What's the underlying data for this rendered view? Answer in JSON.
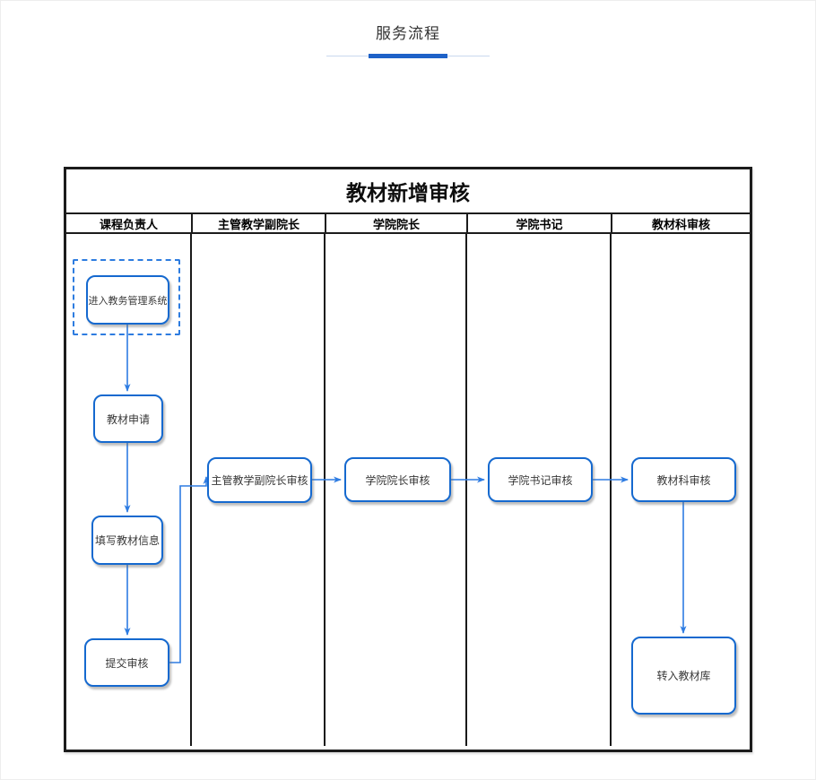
{
  "page": {
    "title": "服务流程"
  },
  "decoration": {
    "underline_thin_color": "#c9d9ee",
    "underline_bar_color": "#1e62c8"
  },
  "diagram": {
    "title": "教材新增审核",
    "frame_color": "#1c1c1c",
    "node_border_color": "#1569cf",
    "arrow_color": "#2e7ce2",
    "lanes": [
      {
        "label": "课程负责人"
      },
      {
        "label": "主管教学副院长"
      },
      {
        "label": "学院院长"
      },
      {
        "label": "学院书记"
      },
      {
        "label": "教材科审核"
      }
    ],
    "nodes": [
      {
        "id": "enter-system",
        "lane": "课程负责人",
        "label": "进入教务管理系统",
        "style": "dashed-outline"
      },
      {
        "id": "textbook-apply",
        "lane": "课程负责人",
        "label": "教材申请"
      },
      {
        "id": "fill-info",
        "lane": "课程负责人",
        "label": "填写教材信息"
      },
      {
        "id": "submit-review",
        "lane": "课程负责人",
        "label": "提交审核"
      },
      {
        "id": "vice-dean-review",
        "lane": "主管教学副院长",
        "label": "主管教学副院长审核"
      },
      {
        "id": "dean-review",
        "lane": "学院院长",
        "label": "学院院长审核"
      },
      {
        "id": "secretary-review",
        "lane": "学院书记",
        "label": "学院书记审核"
      },
      {
        "id": "section-review",
        "lane": "教材科审核",
        "label": "教材科审核"
      },
      {
        "id": "transfer-library",
        "lane": "教材科审核",
        "label": "转入教材库"
      }
    ],
    "edges": [
      {
        "from": "enter-system",
        "to": "textbook-apply"
      },
      {
        "from": "textbook-apply",
        "to": "fill-info"
      },
      {
        "from": "fill-info",
        "to": "submit-review"
      },
      {
        "from": "submit-review",
        "to": "vice-dean-review"
      },
      {
        "from": "vice-dean-review",
        "to": "dean-review"
      },
      {
        "from": "dean-review",
        "to": "secretary-review"
      },
      {
        "from": "secretary-review",
        "to": "section-review"
      },
      {
        "from": "section-review",
        "to": "transfer-library"
      }
    ]
  }
}
